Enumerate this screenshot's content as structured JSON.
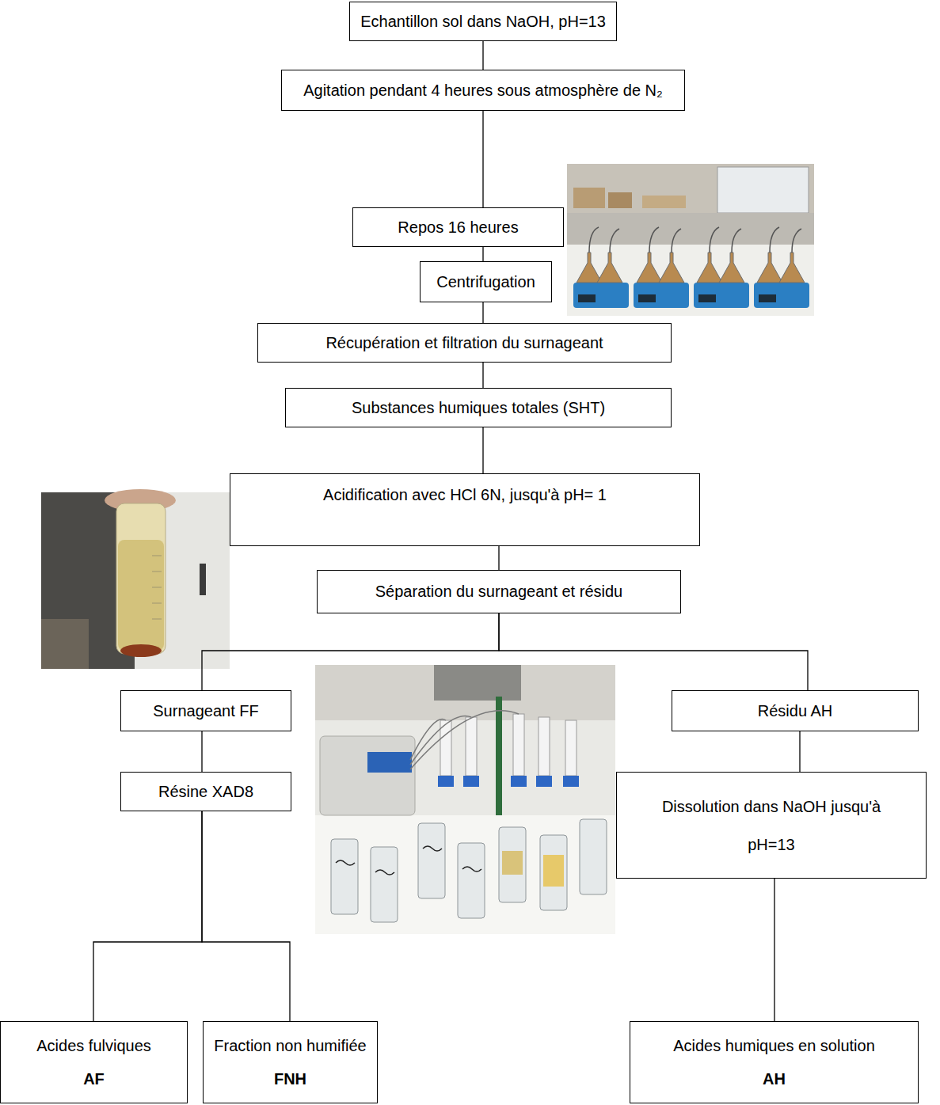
{
  "diagram": {
    "nodes": [
      {
        "text": [
          "Echantillon sol dans NaOH, pH=13"
        ]
      },
      {
        "text": [
          "Agitation pendant 4 heures sous atmosphère de N₂"
        ]
      },
      {
        "text": [
          "Repos 16 heures"
        ]
      },
      {
        "text": [
          "Centrifugation"
        ]
      },
      {
        "text": [
          "Récupération et filtration du surnageant"
        ]
      },
      {
        "text": [
          "Substances humiques totales (SHT)"
        ]
      },
      {
        "text": [
          "Acidification avec HCl 6N, jusqu'à pH= 1"
        ]
      },
      {
        "text": [
          "Séparation du surnageant et résidu"
        ]
      },
      {
        "text": [
          "Surnageant FF"
        ]
      },
      {
        "text": [
          "Résidu AH"
        ]
      },
      {
        "text": [
          "Résine XAD8"
        ]
      },
      {
        "text": [
          "Dissolution dans NaOH jusqu'à pH=13"
        ]
      },
      {
        "text": [
          "Acides fulviques",
          "AF"
        ]
      },
      {
        "text": [
          "Fraction non humifiée",
          "FNH"
        ]
      },
      {
        "text": [
          "Acides humiques en solution",
          "AH"
        ]
      }
    ],
    "edges": [
      {
        "from": 0,
        "to": 1,
        "arrow": "none"
      },
      {
        "from": 1,
        "to": 2,
        "arrow": "none"
      },
      {
        "from": 2,
        "to": 3,
        "arrow": "none"
      },
      {
        "from": 3,
        "to": 4,
        "arrow": "none"
      },
      {
        "from": 4,
        "to": 5,
        "arrow": "none"
      },
      {
        "from": 5,
        "to": 6,
        "arrow": "none"
      },
      {
        "from": 6,
        "to": 7,
        "arrow": "none"
      },
      {
        "from": 7,
        "to": 8,
        "arrow": "none"
      },
      {
        "from": 7,
        "to": 9,
        "arrow": "none"
      },
      {
        "from": 8,
        "to": 10,
        "arrow": "none"
      },
      {
        "from": 9,
        "to": 11,
        "arrow": "none"
      },
      {
        "from": 10,
        "to": 12,
        "arrow": "none"
      },
      {
        "from": 10,
        "to": 13,
        "arrow": "none"
      },
      {
        "from": 11,
        "to": 14,
        "arrow": "none"
      }
    ]
  }
}
